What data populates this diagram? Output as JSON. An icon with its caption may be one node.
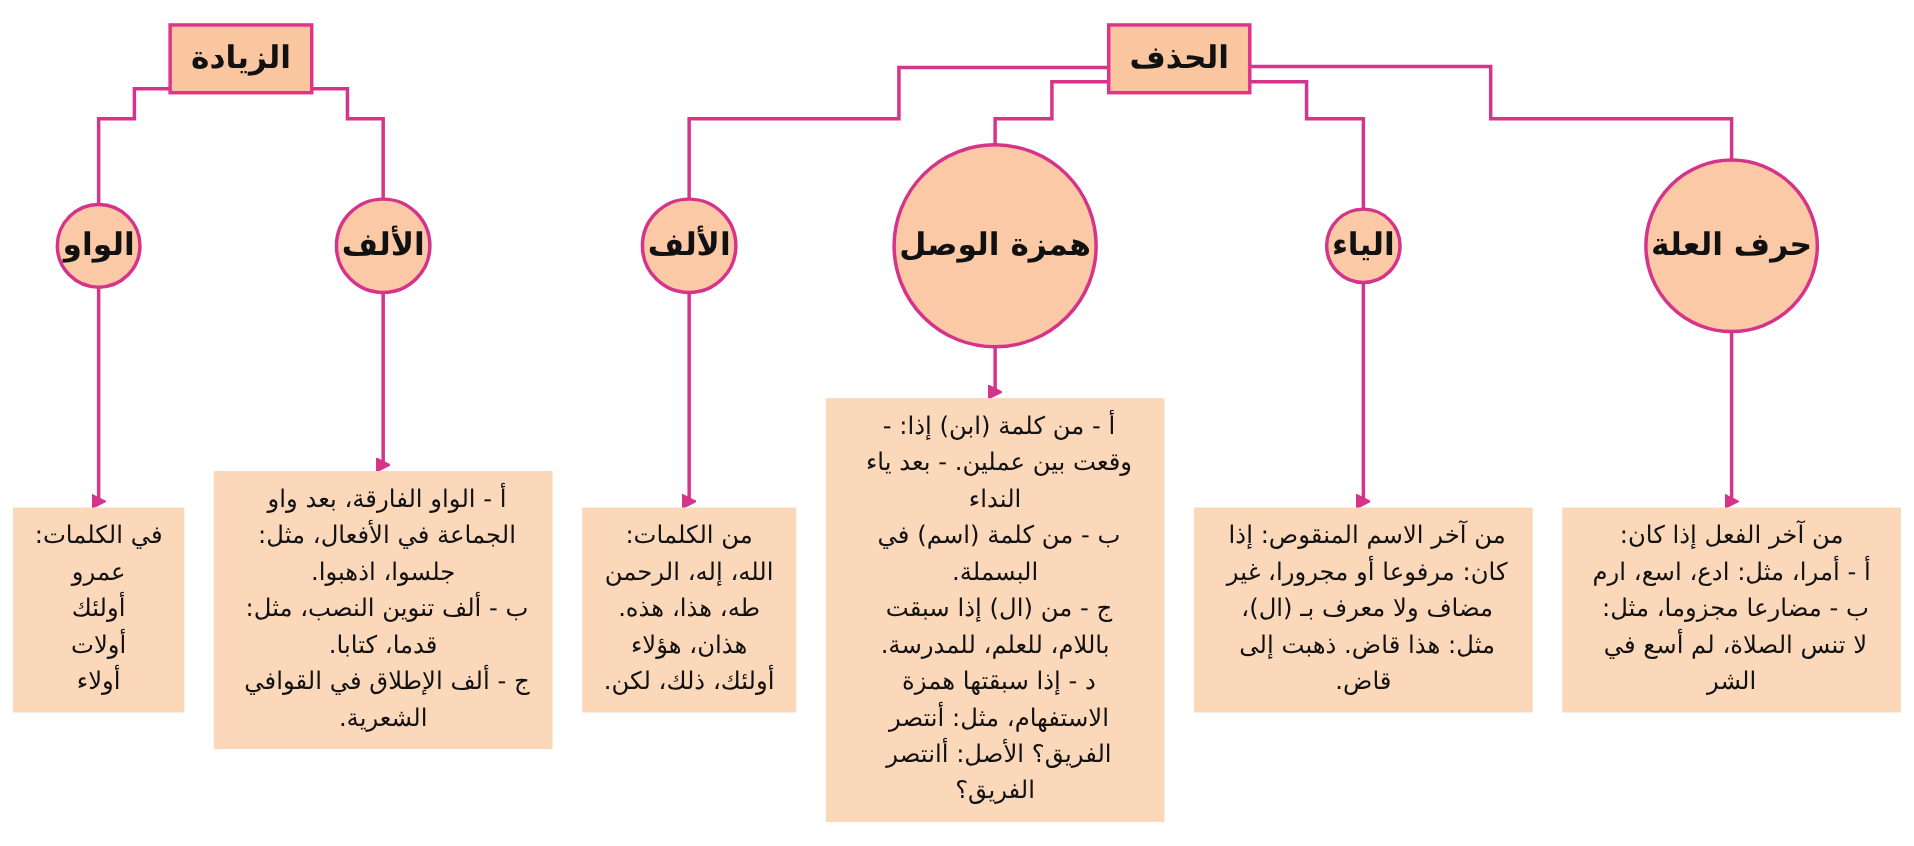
{
  "diagram": {
    "nodes": [
      {
        "text": [
          "الحذف"
        ]
      },
      {
        "text": [
          "الألف"
        ]
      },
      {
        "text": [
          "همزة الوصل"
        ]
      },
      {
        "text": [
          "الياء"
        ]
      },
      {
        "text": [
          "حرف العلة"
        ]
      },
      {
        "text": [
          "من الكلمات:",
          "الله، إله، الرحمن",
          "طه، هذا، هذه.",
          "هذان، هؤلاء",
          "أولئك، ذلك، لكن."
        ]
      },
      {
        "text": [
          "أ - من كلمة (ابن) إذا: - وقعت بين عملين. - بعد ياء النداء",
          "ب - من كلمة (اسم) في البسملة.",
          "ج - من (ال) إذا سبقت باللام، للعلم، للمدرسة.",
          "د - إذا سبقتها همزة الاستفهام، مثل: أنتصر الفريق؟ الأصل: أانتصر الفريق؟"
        ]
      },
      {
        "text": [
          "من آخر الاسم المنقوص: إذا كان: مرفوعا أو مجرورا، غير مضاف ولا معرف بـ (ال)، مثل: هذا قاض. ذهبت إلى قاض."
        ]
      },
      {
        "text": [
          "من آخر الفعل إذا كان:",
          "أ - أمرا، مثل: ادع، اسع، ارم",
          "ب - مضارعا مجزوما، مثل: لا تنس الصلاة، لم أسع في الشر"
        ]
      },
      {
        "text": [
          "الزيادة"
        ]
      },
      {
        "text": [
          "الواو"
        ]
      },
      {
        "text": [
          "الألف"
        ]
      },
      {
        "text": [
          "في الكلمات:",
          "عمرو",
          "أولئك",
          "أولات",
          "أولاء"
        ]
      },
      {
        "text": [
          "أ - الواو الفارقة، بعد واو الجماعة في الأفعال، مثل: جلسوا، اذهبوا.",
          "ب - ألف تنوين النصب، مثل: قدما، كتابا.",
          "ج - ألف الإطلاق في القوافي الشعرية."
        ]
      }
    ],
    "edges": [
      {
        "from": 0,
        "to": 1,
        "arrow": "none"
      },
      {
        "from": 0,
        "to": 2,
        "arrow": "none"
      },
      {
        "from": 0,
        "to": 3,
        "arrow": "none"
      },
      {
        "from": 0,
        "to": 4,
        "arrow": "none"
      },
      {
        "from": 1,
        "to": 5,
        "arrow": "to"
      },
      {
        "from": 2,
        "to": 6,
        "arrow": "to"
      },
      {
        "from": 3,
        "to": 7,
        "arrow": "to"
      },
      {
        "from": 4,
        "to": 8,
        "arrow": "to"
      },
      {
        "from": 9,
        "to": 10,
        "arrow": "none"
      },
      {
        "from": 9,
        "to": 11,
        "arrow": "none"
      },
      {
        "from": 10,
        "to": 12,
        "arrow": "to"
      },
      {
        "from": 11,
        "to": 13,
        "arrow": "to"
      }
    ]
  }
}
